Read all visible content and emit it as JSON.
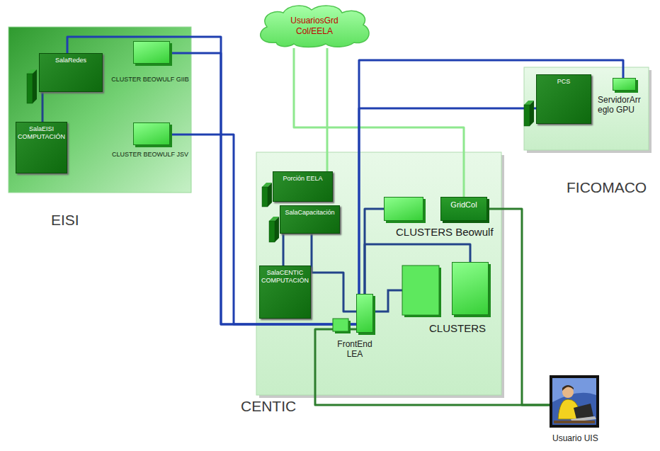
{
  "diagram": {
    "nodes": [
      {
        "text": [
          "EISI"
        ]
      },
      {
        "text": [
          "SalaRedes"
        ],
        "in": 0
      },
      {
        "text": [
          "CLUSTER BEOWULF GIIB"
        ],
        "in": 0
      },
      {
        "text": [
          "SalaEISI COMPUTACIÓN"
        ],
        "in": 0
      },
      {
        "text": [
          "CLUSTER BEOWULF JSV"
        ],
        "in": 0
      },
      {
        "text": [
          "UsuariosGrd Col/EELA"
        ]
      },
      {
        "text": [
          "FICOMACO"
        ]
      },
      {
        "text": [
          "PCS"
        ],
        "in": 6
      },
      {
        "text": [
          "ServidorArreglo GPU"
        ],
        "in": 6
      },
      {
        "text": [
          "CENTIC"
        ]
      },
      {
        "text": [
          "Porción EELA"
        ],
        "in": 9
      },
      {
        "text": [
          "SalaCapacitación"
        ],
        "in": 9
      },
      {
        "text": [
          "CLUSTERS Beowulf"
        ],
        "in": 9
      },
      {
        "text": [
          "GridCol"
        ],
        "in": 9
      },
      {
        "text": [
          "SalaCENTIC COMPUTACIÓN"
        ],
        "in": 9
      },
      {
        "text": [
          "CLUSTERS"
        ],
        "in": 9
      },
      {
        "text": [
          "FrontEnd LEA"
        ],
        "in": 9
      },
      {
        "text": [
          "Usuario UIS"
        ]
      }
    ],
    "edges": [
      {
        "from": 1,
        "to": 16,
        "arrow": "none"
      },
      {
        "from": 2,
        "to": 16,
        "arrow": "none"
      },
      {
        "from": 1,
        "to": 3,
        "arrow": "none"
      },
      {
        "from": 4,
        "to": 16,
        "arrow": "none"
      },
      {
        "from": 5,
        "to": 10,
        "arrow": "none"
      },
      {
        "from": 5,
        "to": 13,
        "arrow": "none"
      },
      {
        "from": 11,
        "to": 16,
        "arrow": "none"
      },
      {
        "from": 11,
        "to": 14,
        "arrow": "none"
      },
      {
        "from": 16,
        "to": 12,
        "arrow": "none"
      },
      {
        "from": 16,
        "to": 15,
        "arrow": "none"
      },
      {
        "from": 16,
        "to": 8,
        "arrow": "none"
      },
      {
        "from": 16,
        "to": 7,
        "arrow": "none"
      },
      {
        "from": 13,
        "to": 17,
        "arrow": "none"
      },
      {
        "from": 16,
        "to": 17,
        "arrow": "none"
      }
    ]
  }
}
